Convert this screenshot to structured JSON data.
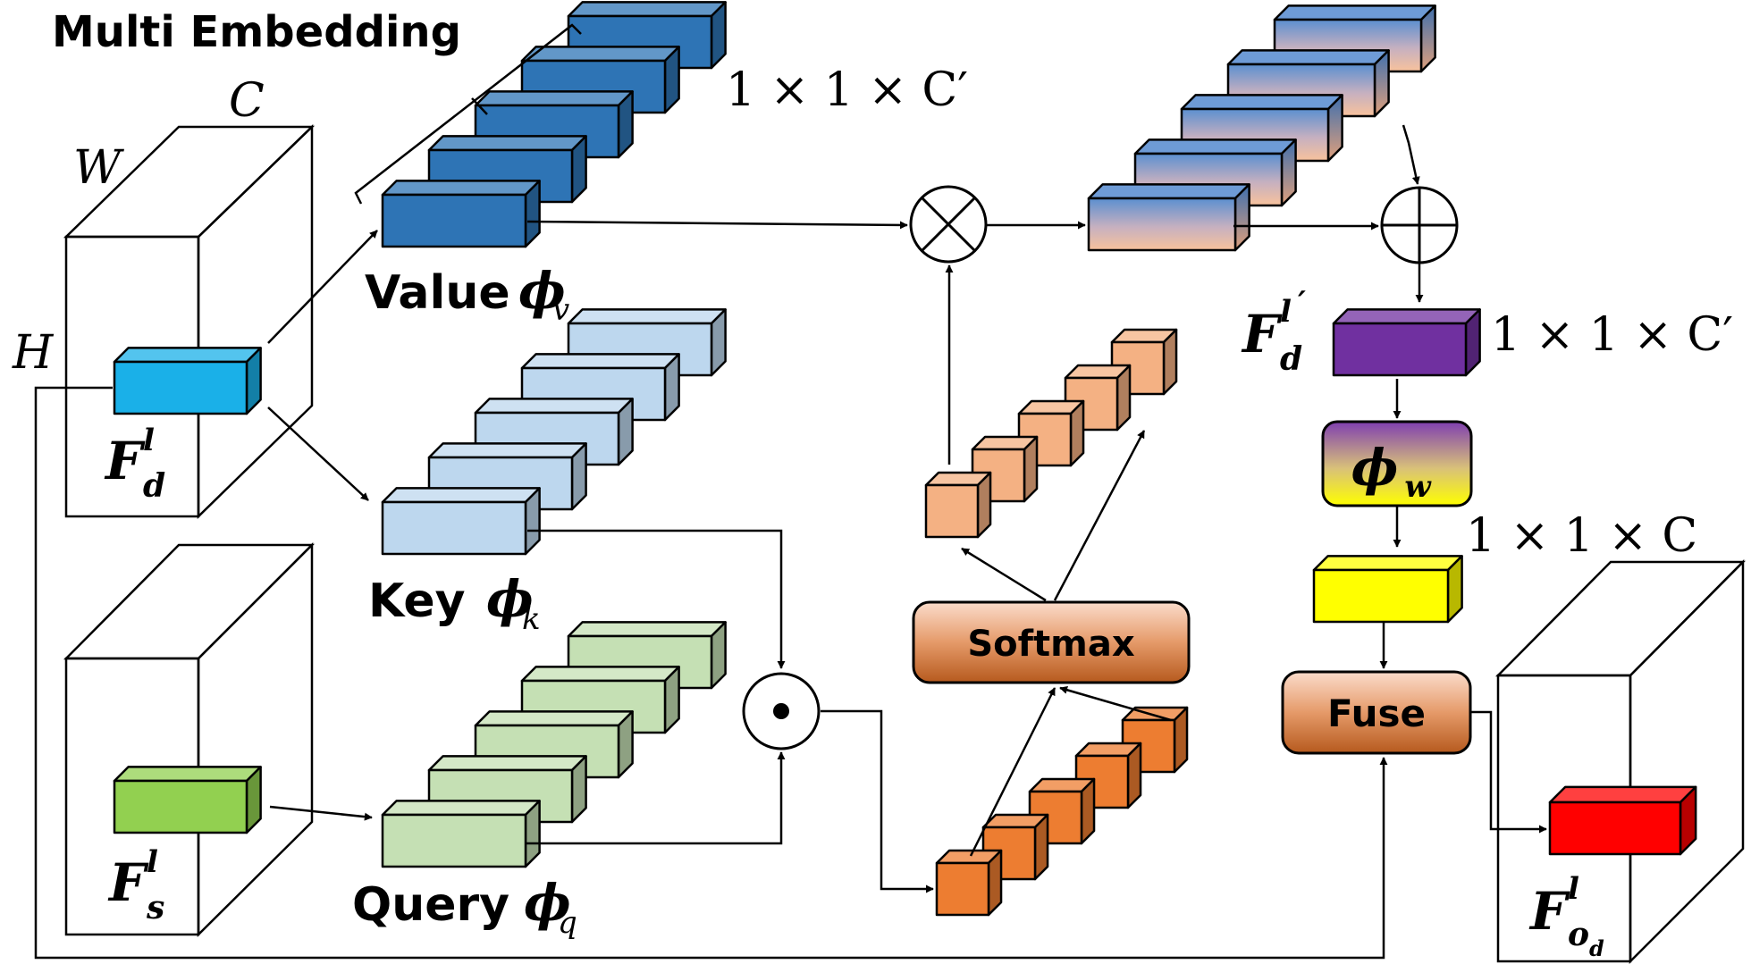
{
  "title": "Multi Embedding",
  "dims": {
    "C": "C",
    "W": "W",
    "H": "H",
    "value_dim": "1 × 1 × C′",
    "fd_prime_dim": "1 × 1 × C′",
    "phiw_out_dim": "1 × 1 × C"
  },
  "labels": {
    "value_word": "Value",
    "value_sub": "v",
    "key_word": "Key",
    "key_sub": "k",
    "query_word": "Query",
    "query_sub": "q",
    "phi": "ϕ",
    "fd_base": "F",
    "fd_sup": "l",
    "fd_sub": "d",
    "fs_base": "F",
    "fs_sup": "l",
    "fs_sub": "s",
    "fdp_base": "F",
    "fdp_sup": "l",
    "fdp_prime": "′",
    "fdp_sub": "d",
    "fod_base": "F",
    "fod_sup": "l",
    "fod_sub": "o",
    "fod_subsub": "d",
    "phiw_sub": "w"
  },
  "operations": {
    "softmax": "Softmax",
    "fuse": "Fuse",
    "multiply": "⊗",
    "add": "⊕",
    "dot": "⊙"
  },
  "colors": {
    "value": "#2e74b5",
    "key": "#bdd7ee",
    "query": "#c5e0b4",
    "fd_block": "#1ab0e8",
    "fs_block": "#92d050",
    "attn_low": "#f4b183",
    "attn_high": "#ed7d31",
    "fd_prime": "#7030a0",
    "phiw_out": "#ffff00",
    "out_block": "#ff0000",
    "op_box_top": "#f8cbad",
    "op_box_bottom": "#c55a11"
  }
}
